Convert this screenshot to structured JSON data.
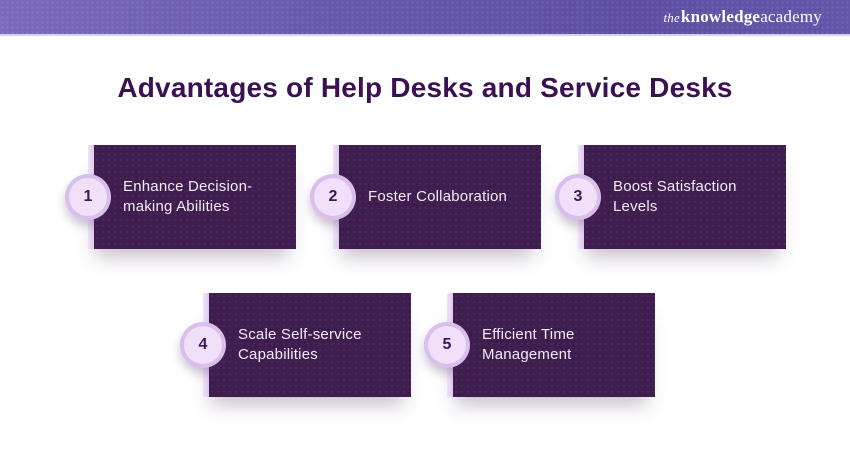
{
  "header": {
    "logo_the": "the",
    "logo_knowledge": "knowledge",
    "logo_academy": "academy"
  },
  "title": "Advantages of Help Desks and Service Desks",
  "cards": [
    {
      "number": "1",
      "label": "Enhance Decision-\nmaking Abilities"
    },
    {
      "number": "2",
      "label": "Foster Collaboration"
    },
    {
      "number": "3",
      "label": "Boost Satisfaction\nLevels"
    },
    {
      "number": "4",
      "label": "Scale Self-service\nCapabilities"
    },
    {
      "number": "5",
      "label": "Efficient Time\nManagement"
    }
  ],
  "colors": {
    "banner_purple": "#6658ab",
    "title_purple": "#3b1152",
    "card_purple": "#3f1d4e",
    "circle_fill": "#f0e0f9",
    "circle_ring": "#d5b8e9",
    "stripe_lavender": "#ddc9ef",
    "card_text": "#f2ecf7"
  }
}
